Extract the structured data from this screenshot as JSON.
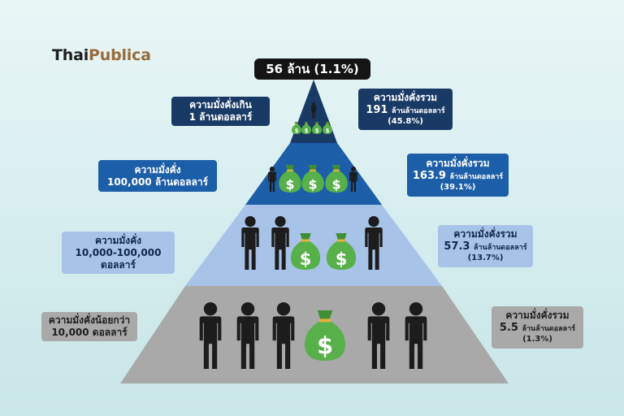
{
  "logo": {
    "part1": "Thai",
    "part2": "Publica"
  },
  "top_label": "56 ล้าน (1.1%)",
  "tiers": [
    {
      "id": "top",
      "group_label": [
        "ความมั่งคั่งเกิน",
        "1 ล้านดอลลาร์"
      ],
      "wealth": {
        "label": "ความมั่งคั่งรวม",
        "value": "191",
        "unit": "ล้านล้านดอลลาร์",
        "share": "(45.8%)"
      },
      "color": "#1a3a66"
    },
    {
      "id": "upper",
      "group_label": [
        "ความมั่งคั่ง",
        "100,000 ล้านดอลลาร์"
      ],
      "wealth": {
        "label": "ความมั่งคั่งรวม",
        "value": "163.9",
        "unit": "ล้านล้านดอลลาร์",
        "share": "(39.1%)"
      },
      "color": "#1c5ea8"
    },
    {
      "id": "middle",
      "group_label": [
        "ความมั่งคั่ง",
        "10,000-100,000",
        "ดอลลาร์"
      ],
      "wealth": {
        "label": "ความมั่งคั่งรวม",
        "value": "57.3",
        "unit": "ล้านล้านดอลลาร์",
        "share": "(13.7%)"
      },
      "color": "#a8c3e8"
    },
    {
      "id": "bottom",
      "group_label": [
        "ความมั่งคั่งน้อยกว่า",
        "10,000 ดอลลาร์"
      ],
      "wealth": {
        "label": "ความมั่งคั่งรวม",
        "value": "5.5",
        "unit": "ล้านล้านดอลลาร์",
        "share": "(1.3%)"
      },
      "color": "#a9a9a9"
    }
  ],
  "icons": {
    "money_bag": "money-bag-icon",
    "person": "person-icon",
    "dollar_sign": "$"
  },
  "colors": {
    "person": "#1c1c1c",
    "bag": "#58b04a",
    "bag_dark": "#3f8e35",
    "tie": "#e0b33b"
  }
}
